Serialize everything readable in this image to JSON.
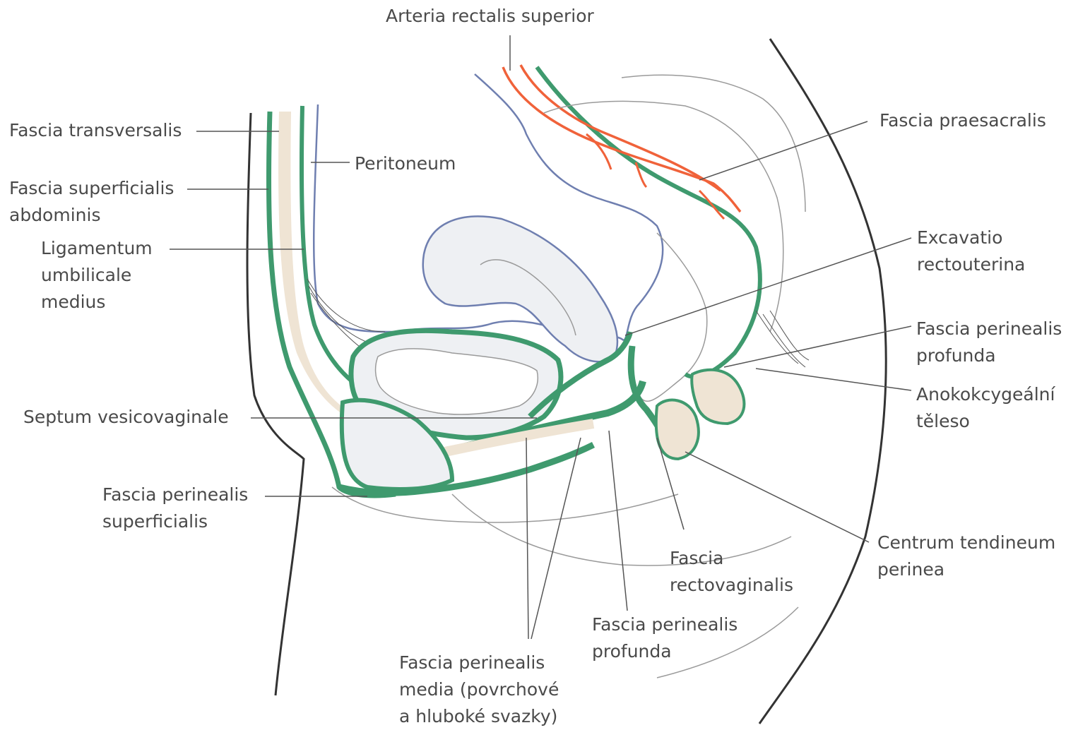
{
  "labels": {
    "arteria_rectalis_superior": [
      "Arteria rectalis superior"
    ],
    "fascia_transversalis": [
      "Fascia transversalis"
    ],
    "peritoneum": [
      "Peritoneum"
    ],
    "fascia_superficialis_abdominis": [
      "Fascia superficialis",
      "abdominis"
    ],
    "ligamentum_umbilicale_medius": [
      "Ligamentum",
      "umbilicale",
      "medius"
    ],
    "septum_vesicovaginale": [
      "Septum vesicovaginale"
    ],
    "fascia_perinealis_superficialis": [
      "Fascia perinealis",
      "superficialis"
    ],
    "fascia_praesacralis": [
      "Fascia praesacralis"
    ],
    "excavatio_rectouterina": [
      "Excavatio",
      "rectouterina"
    ],
    "fascia_perinealis_profunda_right": [
      "Fascia perinealis",
      "profunda"
    ],
    "anokokcygealni_teleso": [
      "Anokokcygeální",
      "těleso"
    ],
    "centrum_tendineum_perinea": [
      "Centrum tendineum",
      "perinea"
    ],
    "fascia_rectovaginalis": [
      "Fascia",
      "rectovaginalis"
    ],
    "fascia_perinealis_profunda_bottom": [
      "Fascia perinealis",
      "profunda"
    ],
    "fascia_perinealis_media": [
      "Fascia perinealis",
      "media (povrchové",
      "a hluboké svazky)"
    ]
  },
  "colors": {
    "fascia_green": "#3f9a6e",
    "fascia_fill_green": "#5fae86",
    "artery_orange": "#f0623a",
    "peritoneum_blue": "#6f7fb0",
    "body_outline": "#333333",
    "organ_outline": "#9a9a9a",
    "organ_fill": "#eef0f3",
    "bone_fill": "#efe4d4",
    "leader_line": "#555555",
    "label_text": "#4a4a4a"
  }
}
